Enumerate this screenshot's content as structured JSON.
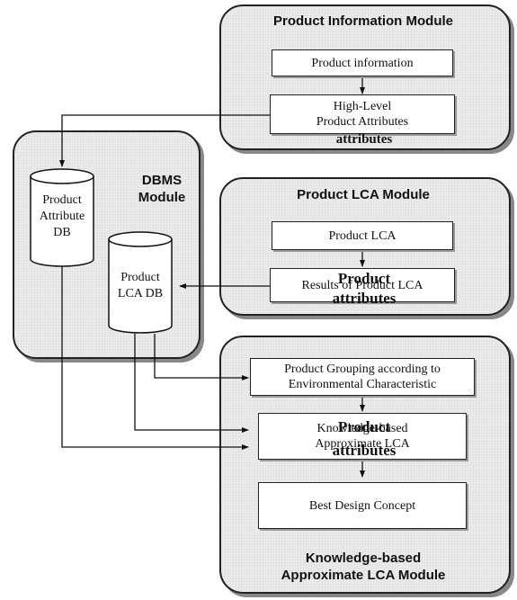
{
  "product_info_module": {
    "title": "Product Information Module",
    "box_product_info": "Product information",
    "box_high_level_1": "High-Level",
    "box_high_level_2": "Product Attributes",
    "overlay": "attributes"
  },
  "dbms_module": {
    "title_1": "DBMS",
    "title_2": "Module",
    "attr_db_1": "Product",
    "attr_db_2": "Attribute",
    "attr_db_3": "DB",
    "lca_db_1": "Product",
    "lca_db_2": "LCA DB"
  },
  "lca_module": {
    "title": "Product LCA Module",
    "box_product_lca": "Product LCA",
    "box_results": "Results of Product LCA",
    "overlay_1": "Product",
    "overlay_2": "attributes"
  },
  "kb_module": {
    "title_1": "Knowledge-based",
    "title_2": "Approximate LCA Module",
    "box_grouping_1": "Product Grouping according to",
    "box_grouping_2": "Environmental Characteristic",
    "box_kb_1": "Knowledge-based",
    "box_kb_2": "Approximate LCA",
    "box_best": "Best Design Concept",
    "overlay_1": "Product",
    "overlay_2": "attributes"
  }
}
